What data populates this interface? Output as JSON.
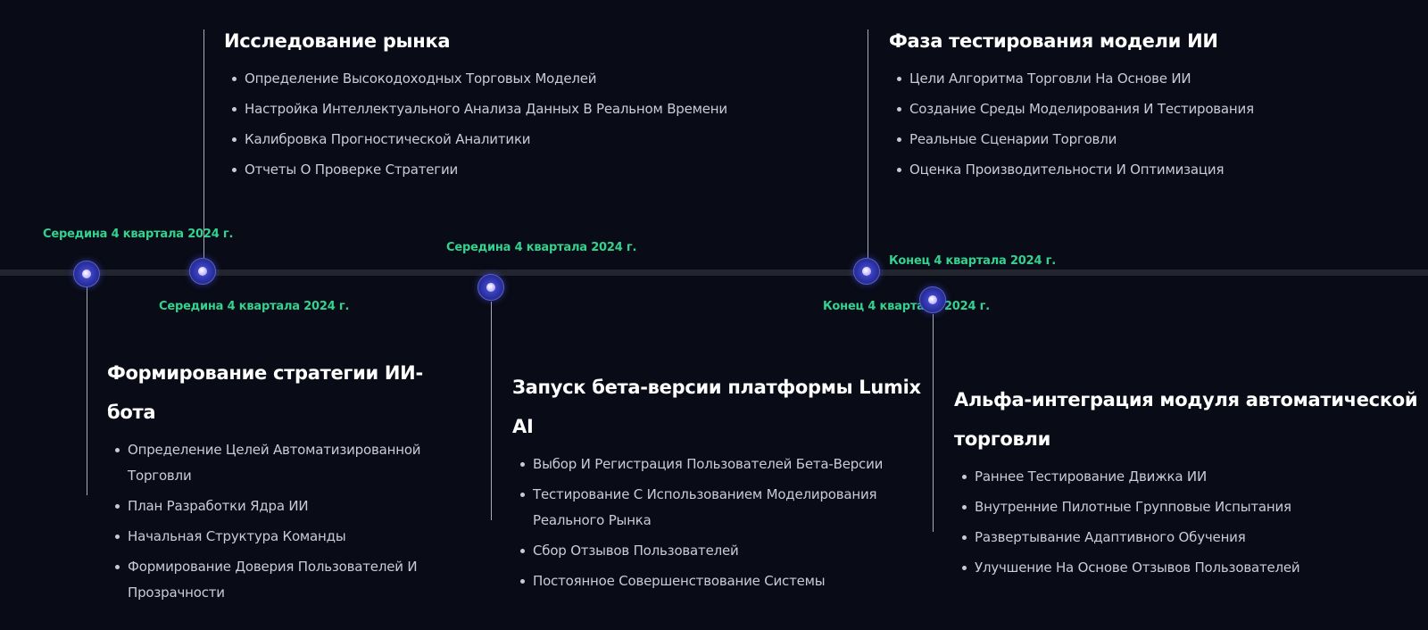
{
  "timeline": {
    "items": [
      {
        "date": "Середина 4 квартала 2024 г.",
        "title": "Формирование стратегии ИИ-бота",
        "bullets": [
          "Определение Целей Автоматизированной Торговли",
          "План Разработки Ядра ИИ",
          "Начальная Структура Команды",
          "Формирование Доверия Пользователей И Прозрачности"
        ]
      },
      {
        "date": "Середина 4 квартала 2024 г.",
        "title": "Исследование рынка",
        "bullets": [
          "Определение Высокодоходных Торговых Моделей",
          "Настройка Интеллектуального Анализа Данных В Реальном Времени",
          "Калибровка Прогностической Аналитики",
          "Отчеты О Проверке Стратегии"
        ]
      },
      {
        "date": "Середина 4 квартала 2024 г.",
        "title": "Запуск бета-версии платформы Lumix AI",
        "bullets": [
          "Выбор И Регистрация Пользователей Бета-Версии",
          "Тестирование С Использованием Моделирования Реального Рынка",
          "Сбор Отзывов Пользователей",
          "Постоянное Совершенствование Системы"
        ]
      },
      {
        "date": "Конец 4 квартала 2024 г.",
        "title": "Фаза тестирования модели ИИ",
        "bullets": [
          "Цели Алгоритма Торговли На Основе ИИ",
          "Создание Среды Моделирования И Тестирования",
          "Реальные Сценарии Торговли",
          "Оценка Производительности И Оптимизация"
        ]
      },
      {
        "date": "Конец 4 квартала 2024 г.",
        "title": "Альфа-интеграция модуля автоматической торговли",
        "bullets": [
          "Раннее Тестирование Движка ИИ",
          "Внутренние Пилотные Групповые Испытания",
          "Развертывание Адаптивного Обучения",
          "Улучшение На Основе Отзывов Пользователей"
        ]
      }
    ]
  },
  "colors": {
    "background": "#090b16",
    "date_accent": "#34d28f",
    "node": "#2c31a6"
  }
}
